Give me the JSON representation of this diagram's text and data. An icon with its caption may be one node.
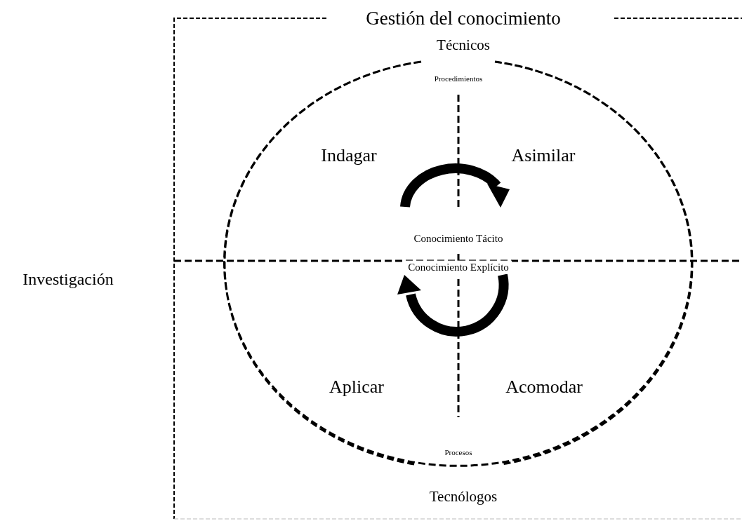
{
  "diagram": {
    "title": "Gestión del conocimiento",
    "labels": [
      "Técnicos",
      "Procedimientos",
      "Indagar",
      "Asimilar",
      "Conocimiento Tácito",
      "Investigación",
      "Conocimiento Explícito",
      "Aplicar",
      "Acomodar",
      "Procesos",
      "Tecnólogos"
    ]
  }
}
